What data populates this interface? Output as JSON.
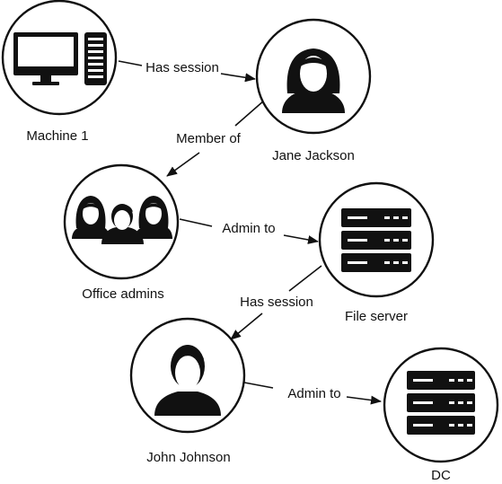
{
  "nodes": {
    "machine1": {
      "label": "Machine 1",
      "icon": "computer-icon"
    },
    "jane": {
      "label": "Jane Jackson",
      "icon": "female-user-icon"
    },
    "office": {
      "label": "Office admins",
      "icon": "user-group-icon"
    },
    "fileserver": {
      "label": "File server",
      "icon": "server-icon"
    },
    "john": {
      "label": "John Johnson",
      "icon": "male-user-icon"
    },
    "dc": {
      "label": "DC",
      "icon": "server-icon"
    }
  },
  "edges": {
    "machine1_jane": {
      "label": "Has session"
    },
    "jane_office": {
      "label": "Member of"
    },
    "office_fileserver": {
      "label": "Admin to"
    },
    "fileserver_john": {
      "label": "Has session"
    },
    "john_dc": {
      "label": "Admin to"
    }
  },
  "colors": {
    "stroke": "#111111",
    "background": "#ffffff"
  }
}
